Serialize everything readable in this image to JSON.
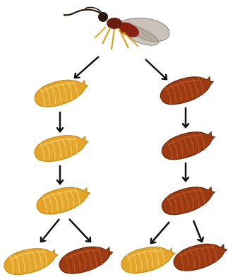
{
  "diagram": {
    "top_insect": {
      "icon": "wasp-icon",
      "colors": {
        "head": "#2a1a0e",
        "thorax": "#6b1e10",
        "abdomen": "#8a1f14",
        "wing": "#b8aea0",
        "legs": "#d9a11a",
        "antenna": "#2a1a0e"
      }
    },
    "larva_colors": {
      "yellow": {
        "fill": "#e3a52c",
        "stroke": "#c98a12",
        "segment": "#f6cf6a"
      },
      "brown": {
        "fill": "#9c3b12",
        "stroke": "#6e2508",
        "segment": "#c2572a"
      }
    },
    "left_lineage": [
      {
        "generation": 1,
        "color": "yellow"
      },
      {
        "generation": 2,
        "color": "yellow"
      },
      {
        "generation": 3,
        "color": "yellow"
      }
    ],
    "right_lineage": [
      {
        "generation": 1,
        "color": "brown"
      },
      {
        "generation": 2,
        "color": "brown"
      },
      {
        "generation": 3,
        "color": "brown"
      }
    ],
    "offspring": [
      {
        "parent": "left",
        "color": "yellow"
      },
      {
        "parent": "left",
        "color": "brown"
      },
      {
        "parent": "right",
        "color": "yellow"
      },
      {
        "parent": "right",
        "color": "brown"
      }
    ],
    "arrow_color": "#111111"
  }
}
